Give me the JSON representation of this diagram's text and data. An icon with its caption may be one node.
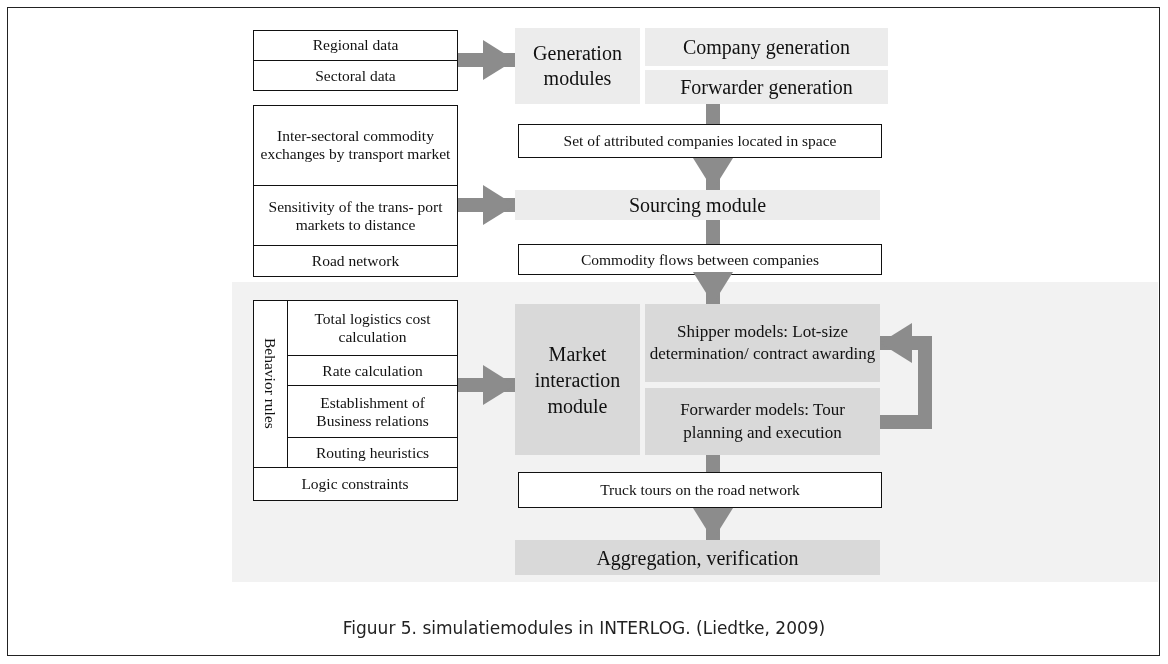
{
  "diagram": {
    "caption": "Figuur 5. simulatiemodules in INTERLOG. (Liedtke, 2009)",
    "nodes": [
      {
        "text": [],
        "shape": "box"
      },
      {
        "text": [
          "Regional data"
        ],
        "in": 0
      },
      {
        "text": [
          "Sectoral data"
        ],
        "in": 0
      },
      {
        "text": [
          "Generation modules"
        ]
      },
      {
        "text": [
          "Company generation"
        ]
      },
      {
        "text": [
          "Forwarder generation"
        ]
      },
      {
        "text": [
          "Set of attributed companies located in space"
        ]
      },
      {
        "text": [],
        "shape": "box"
      },
      {
        "text": [
          "Inter-sectoral commodity exchanges by transport market"
        ],
        "in": 7
      },
      {
        "text": [
          "Sensitivity of the trans- port markets to distance"
        ],
        "in": 7
      },
      {
        "text": [
          "Road network"
        ],
        "in": 7
      },
      {
        "text": [
          "Sourcing module"
        ]
      },
      {
        "text": [
          "Commodity flows between companies"
        ]
      },
      {
        "text": [],
        "shape": "box"
      },
      {
        "text": [],
        "shape": "box",
        "in": 13
      },
      {
        "text": [
          "Behavior rules"
        ],
        "in": 14
      },
      {
        "text": [
          "Total logistics cost calculation"
        ],
        "in": 14
      },
      {
        "text": [
          "Rate calculation"
        ],
        "in": 14
      },
      {
        "text": [
          "Establishment of Business relations"
        ],
        "in": 14
      },
      {
        "text": [
          "Routing heuristics"
        ],
        "in": 14
      },
      {
        "text": [
          "Logic constraints"
        ],
        "in": 14
      },
      {
        "text": [
          "Market interaction module"
        ],
        "in": 13
      },
      {
        "text": [
          "Shipper models: Lot-size determination/ contract awarding"
        ],
        "in": 13
      },
      {
        "text": [
          "Forwarder models: Tour planning and execution"
        ],
        "in": 13
      },
      {
        "text": [
          "Truck tours on the road network"
        ],
        "in": 13
      },
      {
        "text": [
          "Aggregation, verification"
        ],
        "in": 13
      }
    ],
    "edges": [
      {
        "from": 0,
        "to": 3,
        "arrow": "to"
      },
      {
        "from": 5,
        "to": 6,
        "arrow": "none"
      },
      {
        "from": 6,
        "to": 11,
        "arrow": "to"
      },
      {
        "from": 7,
        "to": 11,
        "arrow": "to"
      },
      {
        "from": 11,
        "to": 12,
        "arrow": "none"
      },
      {
        "from": 12,
        "to": 22,
        "arrow": "to"
      },
      {
        "from": 14,
        "to": 21,
        "arrow": "to"
      },
      {
        "from": 23,
        "to": 22,
        "arrow": "to"
      },
      {
        "from": 23,
        "to": 24,
        "arrow": "none"
      },
      {
        "from": 24,
        "to": 25,
        "arrow": "to"
      }
    ]
  }
}
